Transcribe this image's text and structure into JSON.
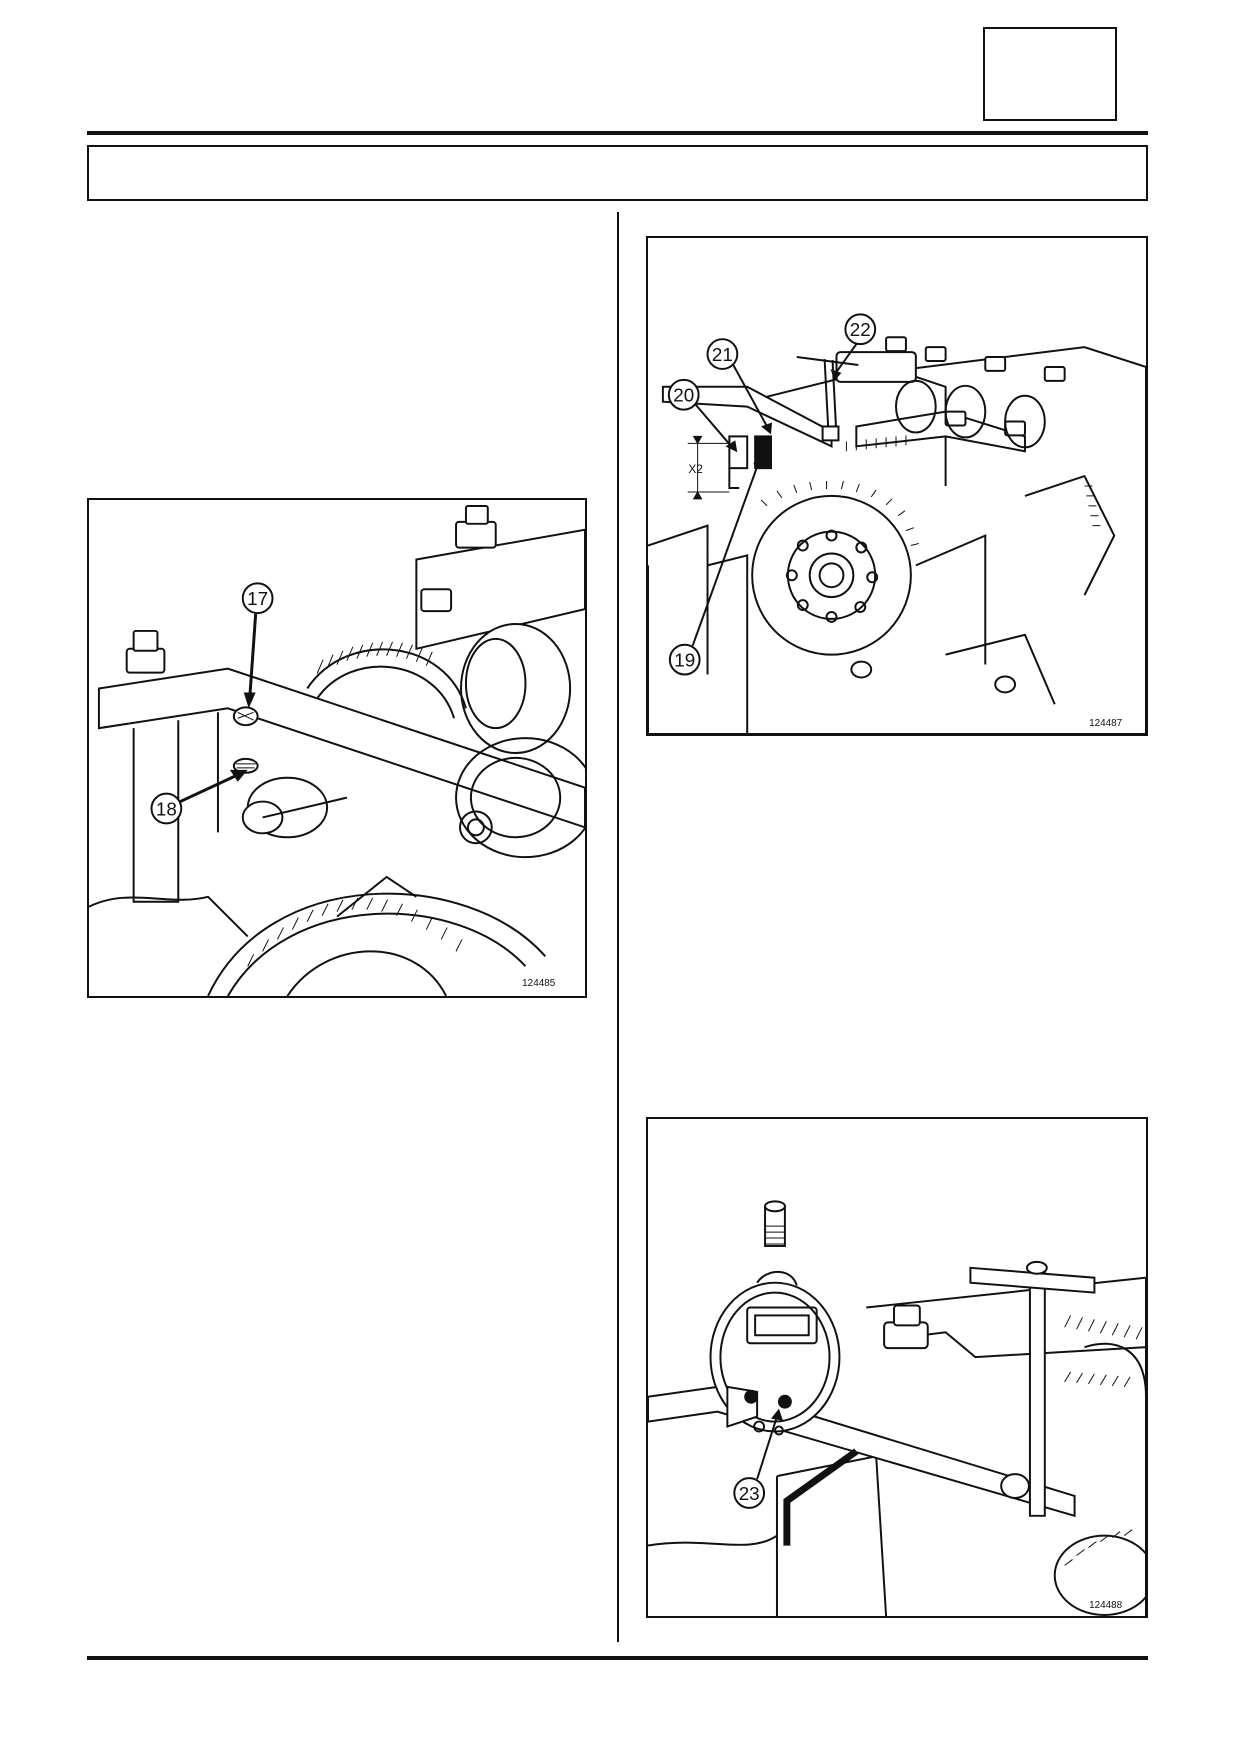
{
  "figures": [
    {
      "id": "124485",
      "callouts": [
        "17",
        "18"
      ]
    },
    {
      "id": "124487",
      "callouts": [
        "19",
        "20",
        "21",
        "22"
      ],
      "dimension_label": "X2"
    },
    {
      "id": "124488",
      "callouts": [
        "23"
      ]
    }
  ]
}
